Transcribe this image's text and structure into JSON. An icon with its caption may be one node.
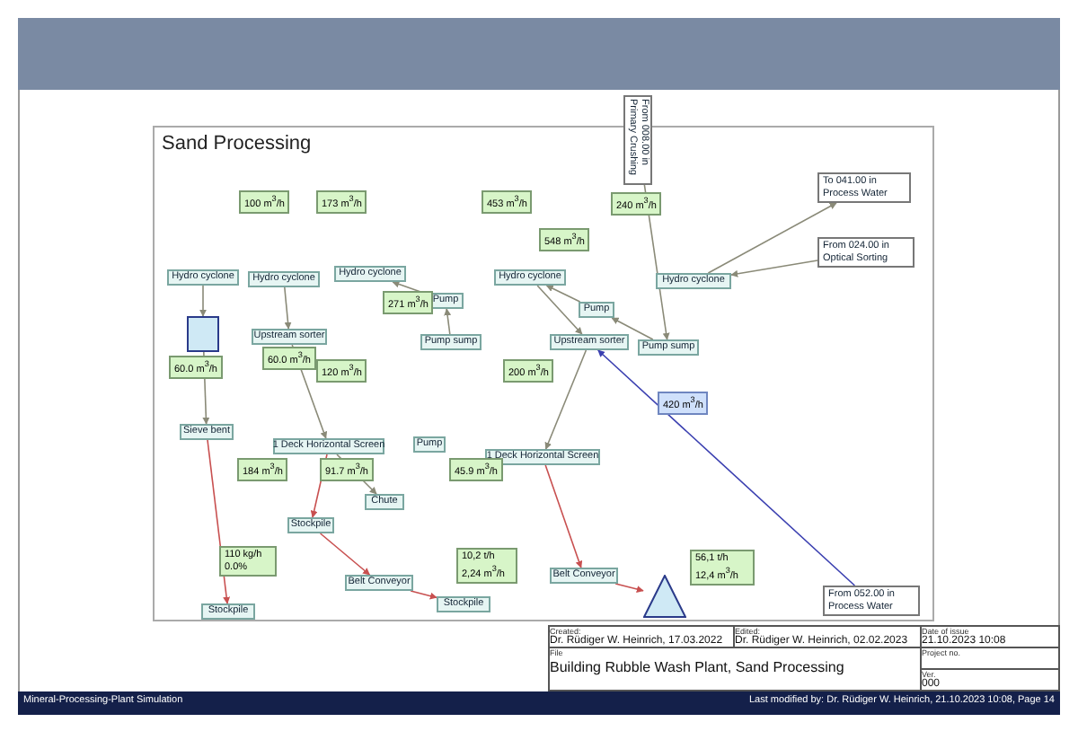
{
  "diagram": {
    "title": "Sand Processing",
    "nodes": [
      {
        "text": [
          "From 008.00 in Primary Crushing"
        ]
      },
      {
        "text": [
          "To 041.00 in Process Water"
        ]
      },
      {
        "text": [
          "From 024.00 in Optical Sorting"
        ]
      },
      {
        "text": [
          "Hydro cyclone"
        ]
      },
      {
        "text": [
          "Hydro cyclone"
        ]
      },
      {
        "text": [
          "Hydro cyclone"
        ]
      },
      {
        "text": [
          "Pump"
        ]
      },
      {
        "text": [
          "Hydro cyclone"
        ]
      },
      {
        "text": [
          "Pump"
        ]
      },
      {
        "text": [
          "Hydro cyclone"
        ]
      },
      {
        "text": [],
        "shape": "box"
      },
      {
        "text": [
          "Upstream sorter"
        ]
      },
      {
        "text": [
          "Pump sump"
        ]
      },
      {
        "text": [
          "Upstream sorter"
        ]
      },
      {
        "text": [
          "Pump sump"
        ]
      },
      {
        "text": [
          "Sieve bent"
        ]
      },
      {
        "text": [
          "1 Deck Horizontal Screen"
        ]
      },
      {
        "text": [
          "Pump"
        ]
      },
      {
        "text": [
          "1 Deck Horizontal Screen"
        ]
      },
      {
        "text": [
          "Chute"
        ]
      },
      {
        "text": [
          "Stockpile"
        ]
      },
      {
        "text": [
          "Stockpile"
        ]
      },
      {
        "text": [
          "Belt Conveyor"
        ]
      },
      {
        "text": [
          "Stockpile"
        ]
      },
      {
        "text": [
          "Belt Conveyor"
        ]
      },
      {
        "text": [],
        "shape": "triangle"
      },
      {
        "text": [
          "From 052.00 in Process Water"
        ]
      }
    ],
    "edges": [
      {
        "from": 0,
        "to": 14,
        "arrow": "to"
      },
      {
        "from": 2,
        "to": 9,
        "arrow": "to"
      },
      {
        "from": 9,
        "to": 1,
        "arrow": "to"
      },
      {
        "from": 8,
        "to": 7,
        "arrow": "to"
      },
      {
        "from": 14,
        "to": 8,
        "arrow": "to"
      },
      {
        "from": 7,
        "to": 13,
        "arrow": "to"
      },
      {
        "from": 12,
        "to": 6,
        "arrow": "to"
      },
      {
        "from": 6,
        "to": 5,
        "arrow": "to"
      },
      {
        "from": 3,
        "to": 10,
        "arrow": "to"
      },
      {
        "from": 4,
        "to": 11,
        "arrow": "to"
      },
      {
        "from": 10,
        "to": 15,
        "arrow": "to"
      },
      {
        "from": 11,
        "to": 16,
        "arrow": "to"
      },
      {
        "from": 13,
        "to": 18,
        "arrow": "to"
      },
      {
        "from": 26,
        "to": 13,
        "arrow": "to",
        "color": "#3a3fb0"
      },
      {
        "from": 15,
        "to": 21,
        "arrow": "to",
        "color": "#c85050"
      },
      {
        "from": 16,
        "to": 20,
        "arrow": "to",
        "color": "#c85050"
      },
      {
        "from": 20,
        "to": 22,
        "arrow": "to",
        "color": "#c85050"
      },
      {
        "from": 22,
        "to": 23,
        "arrow": "to",
        "color": "#c85050"
      },
      {
        "from": 18,
        "to": 24,
        "arrow": "to",
        "color": "#c85050"
      },
      {
        "from": 24,
        "to": 25,
        "arrow": "to",
        "color": "#c85050"
      },
      {
        "from": 16,
        "to": 19,
        "arrow": "to"
      }
    ],
    "labels": [
      "100 m$^{3}$/h",
      "173 m$^{3}$/h",
      "453 m$^{3}$/h",
      "240 m$^{3}$/h",
      "548 m$^{3}$/h",
      "271 m$^{3}$/h",
      "60.0 m$^{3}$/h",
      "60.0 m$^{3}$/h",
      "120 m$^{3}$/h",
      "200 m$^{3}$/h",
      "420 m$^{3}$/h",
      "184 m$^{3}$/h",
      "91.7 m$^{3}$/h",
      "45.9 m$^{3}$/h",
      "110 kg/h 0.0%",
      "10,2 t/h 2,24 m$^{3}$/h",
      "56,1 t/h 12,4 m$^{3}$/h",
      "Created:",
      "Dr. Rüdiger W. Heinrich, 17.03.2022",
      "Edited:",
      "Dr. Rüdiger W. Heinrich, 02.02.2023",
      "Date of issue",
      "21.10.2023 10:08",
      "File",
      "Building Rubble Wash Plant, Sand Processing",
      "Project no.",
      "Ver.",
      "000",
      "Mineral-Processing-Plant Simulation",
      "Last modified by: Dr. Rüdiger W. Heinrich, 21.10.2023 10:08, Page 14"
    ]
  }
}
